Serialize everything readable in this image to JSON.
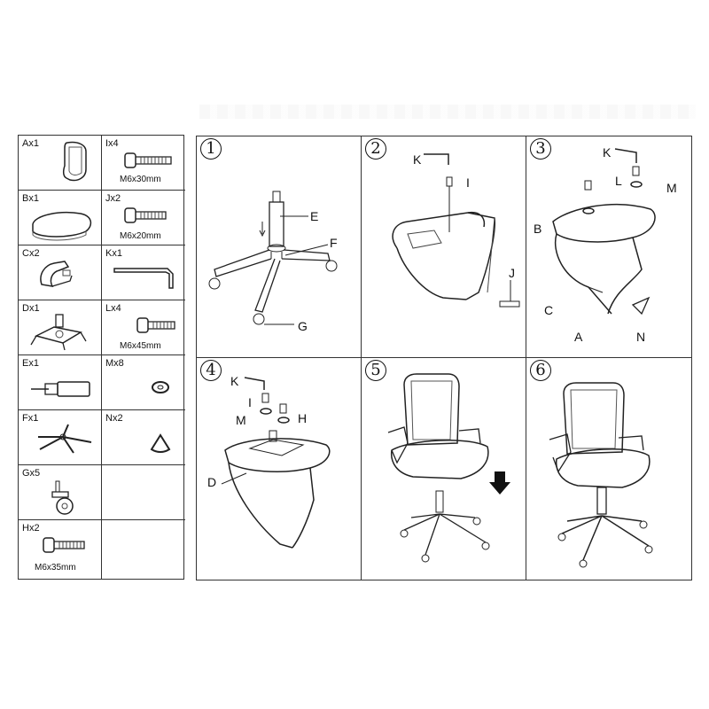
{
  "parts": [
    {
      "label": "Ax1",
      "size": "",
      "icon": "backrest-icon"
    },
    {
      "label": "Ix4",
      "size": "M6x30mm",
      "icon": "bolt-icon"
    },
    {
      "label": "Bx1",
      "size": "",
      "icon": "seat-cushion-icon"
    },
    {
      "label": "Jx2",
      "size": "M6x20mm",
      "icon": "bolt-icon"
    },
    {
      "label": "Cx2",
      "size": "",
      "icon": "armrest-icon"
    },
    {
      "label": "Kx1",
      "size": "",
      "icon": "allen-key-icon"
    },
    {
      "label": "Dx1",
      "size": "",
      "icon": "mechanism-icon"
    },
    {
      "label": "Lx4",
      "size": "M6x45mm",
      "icon": "bolt-icon"
    },
    {
      "label": "Ex1",
      "size": "",
      "icon": "gas-lift-icon"
    },
    {
      "label": "Mx8",
      "size": "",
      "icon": "washer-icon"
    },
    {
      "label": "Fx1",
      "size": "",
      "icon": "star-base-icon"
    },
    {
      "label": "Nx2",
      "size": "",
      "icon": "cap-icon"
    },
    {
      "label": "Gx5",
      "size": "",
      "icon": "caster-icon"
    },
    {
      "label": "",
      "size": "",
      "icon": ""
    },
    {
      "label": "Hx2",
      "size": "M6x35mm",
      "icon": "bolt-icon"
    },
    {
      "label": "",
      "size": "",
      "icon": ""
    }
  ],
  "steps": [
    {
      "num": "1",
      "labels": [
        "E",
        "F",
        "G"
      ]
    },
    {
      "num": "2",
      "labels": [
        "K",
        "I",
        "J"
      ]
    },
    {
      "num": "3",
      "labels": [
        "K",
        "L",
        "M",
        "B",
        "C",
        "A",
        "N"
      ]
    },
    {
      "num": "4",
      "labels": [
        "K",
        "I",
        "M",
        "H",
        "D"
      ]
    },
    {
      "num": "5",
      "labels": []
    },
    {
      "num": "6",
      "labels": []
    }
  ]
}
